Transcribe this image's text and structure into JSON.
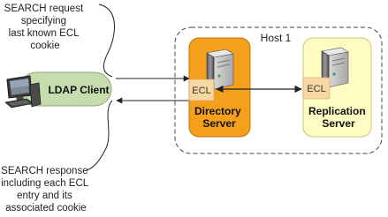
{
  "request_annotation": {
    "lines": [
      "SEARCH request",
      "specifying",
      "last known ECL",
      "cookie"
    ]
  },
  "response_annotation": {
    "lines": [
      "SEARCH response",
      "including each ECL",
      "entry and its",
      "associated cookie"
    ]
  },
  "ldap_client": {
    "label": "LDAP Client"
  },
  "host": {
    "label": "Host 1"
  },
  "directory_server": {
    "ecl_label": "ECL",
    "name_lines": [
      "Directory",
      "Server"
    ]
  },
  "replication_server": {
    "ecl_label": "ECL",
    "name_lines": [
      "Replication",
      "Server"
    ]
  },
  "colors": {
    "client_fill": "#c5dcad",
    "directory_fill": "#f4a01c",
    "replication_fill": "#fdfcc2",
    "ecl_fill": "#f8d8a2",
    "line": "#222222"
  }
}
